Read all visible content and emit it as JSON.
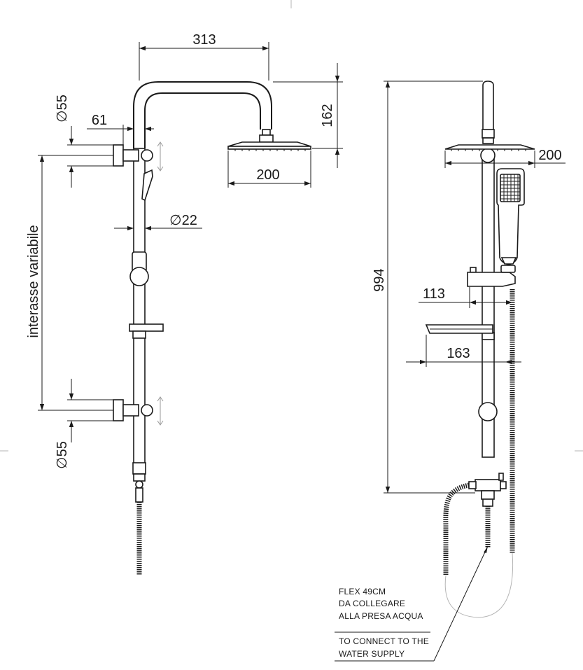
{
  "left_view": {
    "dim_width": "313",
    "dim_height": "162",
    "dim_offset": "61",
    "dim_head": "200",
    "dim_tube": "∅22",
    "dim_bracket_top": "∅55",
    "dim_bracket_bottom": "∅55",
    "label_variable": "interasse variabile"
  },
  "right_view": {
    "dim_total_height": "994",
    "dim_head": "200",
    "dim_depth_1": "113",
    "dim_depth_2": "163"
  },
  "note": {
    "line1": "FLEX 49CM",
    "line2": "DA COLLEGARE",
    "line3": "ALLA PRESA ACQUA",
    "line4": "TO CONNECT TO THE",
    "line5": "WATER SUPPLY"
  }
}
